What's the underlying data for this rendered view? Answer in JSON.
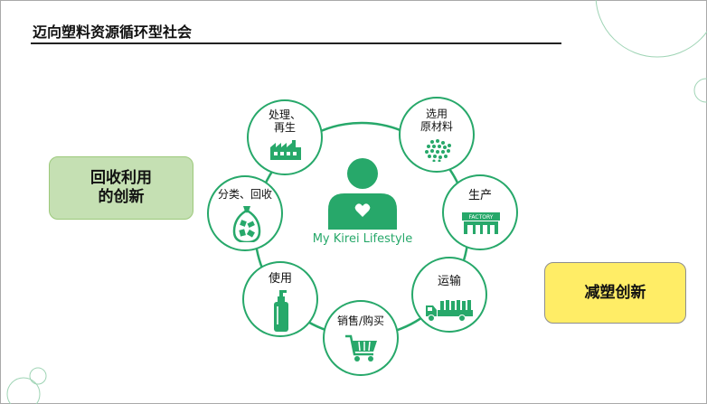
{
  "page_title": "迈向塑料资源循环型社会",
  "left_box": {
    "line1": "回收利用",
    "line2": "的创新",
    "color": "#c5e0b3"
  },
  "right_box": {
    "label": "减塑创新",
    "color": "#ffed66"
  },
  "center_label": "My Kirei Lifestyle",
  "accent_color": "#27a86a",
  "cycle_nodes": {
    "recycle": {
      "line1": "处理、",
      "line2": "再生",
      "icon": "recycling-plant-icon"
    },
    "materials": {
      "line1": "选用",
      "line2": "原材料",
      "icon": "material-pellets-icon"
    },
    "production": {
      "label": "生产",
      "icon": "factory-icon",
      "icon_text": "FACTORY"
    },
    "transport": {
      "label": "运输",
      "icon": "truck-icon"
    },
    "purchase": {
      "label": "销售/购买",
      "icon": "shopping-cart-icon"
    },
    "use": {
      "label": "使用",
      "icon": "pump-bottle-icon"
    },
    "sorting": {
      "label": "分类、回收",
      "icon": "waste-bag-icon"
    }
  }
}
